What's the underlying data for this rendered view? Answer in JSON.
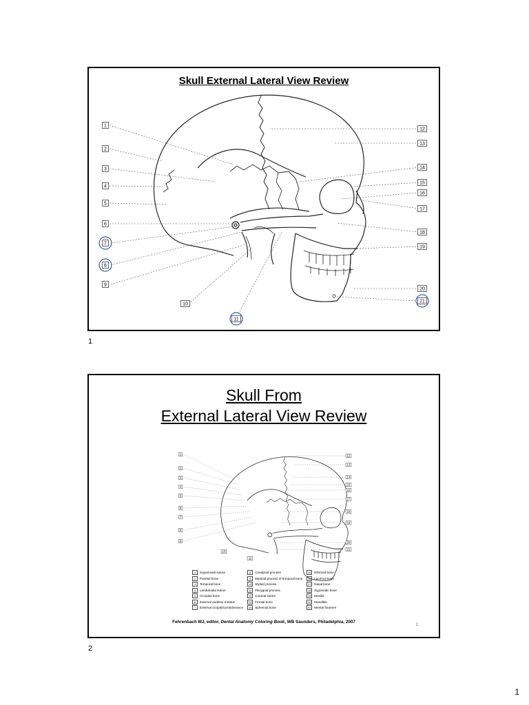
{
  "page": {
    "number": "1"
  },
  "slides": [
    {
      "number": "1",
      "title": "Skull External Lateral View Review",
      "labels_left": [
        "1",
        "2",
        "3",
        "4",
        "5",
        "6",
        "7",
        "8",
        "9"
      ],
      "labels_bottom": [
        "10",
        "11"
      ],
      "labels_right": [
        "12",
        "13",
        "14",
        "15",
        "16",
        "17",
        "18",
        "19",
        "20",
        "21"
      ],
      "circled": [
        "7",
        "8",
        "11",
        "21"
      ]
    },
    {
      "number": "2",
      "title_line1": "Skull From",
      "title_line2": "External Lateral View Review",
      "inner_number": "2",
      "legend": [
        {
          "n": "1",
          "text": "Squamosal suture"
        },
        {
          "n": "2",
          "text": "Parietal bone"
        },
        {
          "n": "3",
          "text": "Temporal bone"
        },
        {
          "n": "4",
          "text": "Lambdoidal suture"
        },
        {
          "n": "5",
          "text": "Occipital bone"
        },
        {
          "n": "6",
          "text": "External auditory meatus"
        },
        {
          "n": "7",
          "text": "External occipital protuberance"
        },
        {
          "n": "8",
          "text": "Condyloid process"
        },
        {
          "n": "9",
          "text": "Mastoid process of temporal bone"
        },
        {
          "n": "10",
          "text": "Styloid process"
        },
        {
          "n": "11",
          "text": "Pterygoid process"
        },
        {
          "n": "12",
          "text": "Coronal suture"
        },
        {
          "n": "13",
          "text": "Frontal bone"
        },
        {
          "n": "14",
          "text": "Sphenoid bone"
        },
        {
          "n": "15",
          "text": "Ethmoid bone"
        },
        {
          "n": "16",
          "text": "Lacrimal bone"
        },
        {
          "n": "17",
          "text": "Nasal bone"
        },
        {
          "n": "18",
          "text": "Zygomatic bone"
        },
        {
          "n": "19",
          "text": "Maxilla"
        },
        {
          "n": "20",
          "text": "Mandible"
        },
        {
          "n": "21",
          "text": "Mental foramen"
        }
      ],
      "citation": {
        "prefix": "Fehrenbach MJ, editor, ",
        "book": "Dental Anatomy Coloring Book",
        "suffix": ", WB Saunders, Philadelphia, 2007"
      }
    }
  ]
}
